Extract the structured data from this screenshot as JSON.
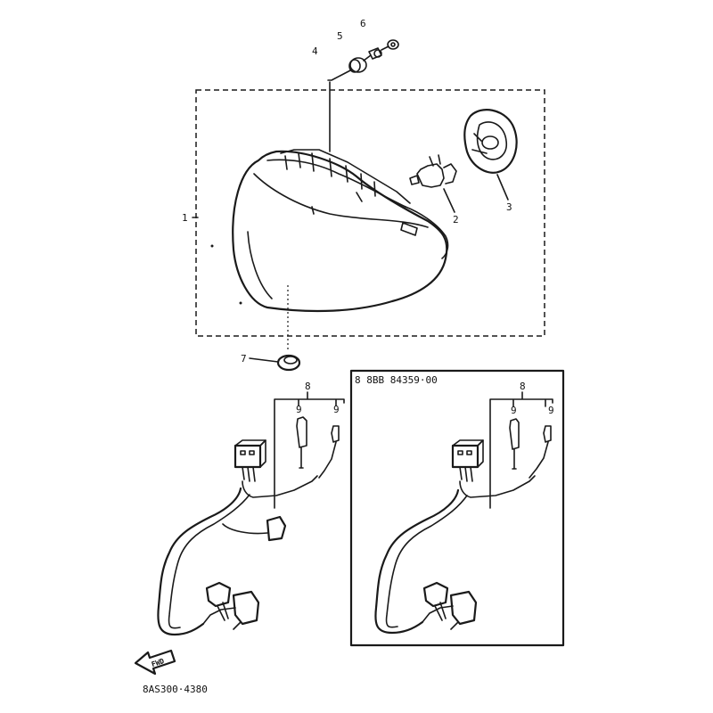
{
  "callouts": {
    "headlight_assy": "1",
    "bulb": "2",
    "socket_cover": "3",
    "grommet_4": "4",
    "collar_5": "5",
    "nut_6": "6",
    "grommet_7": "7",
    "wire_harness_left": "8",
    "tube_left_a": "9",
    "tube_left_b": "9",
    "wire_harness_right": "8",
    "tube_right_a": "9",
    "tube_right_b": "9"
  },
  "inset_box": {
    "header": "8  8BB  84359·00"
  },
  "front_arrow": {
    "label": "FWD"
  },
  "diagram_code": "8AS300·4380"
}
